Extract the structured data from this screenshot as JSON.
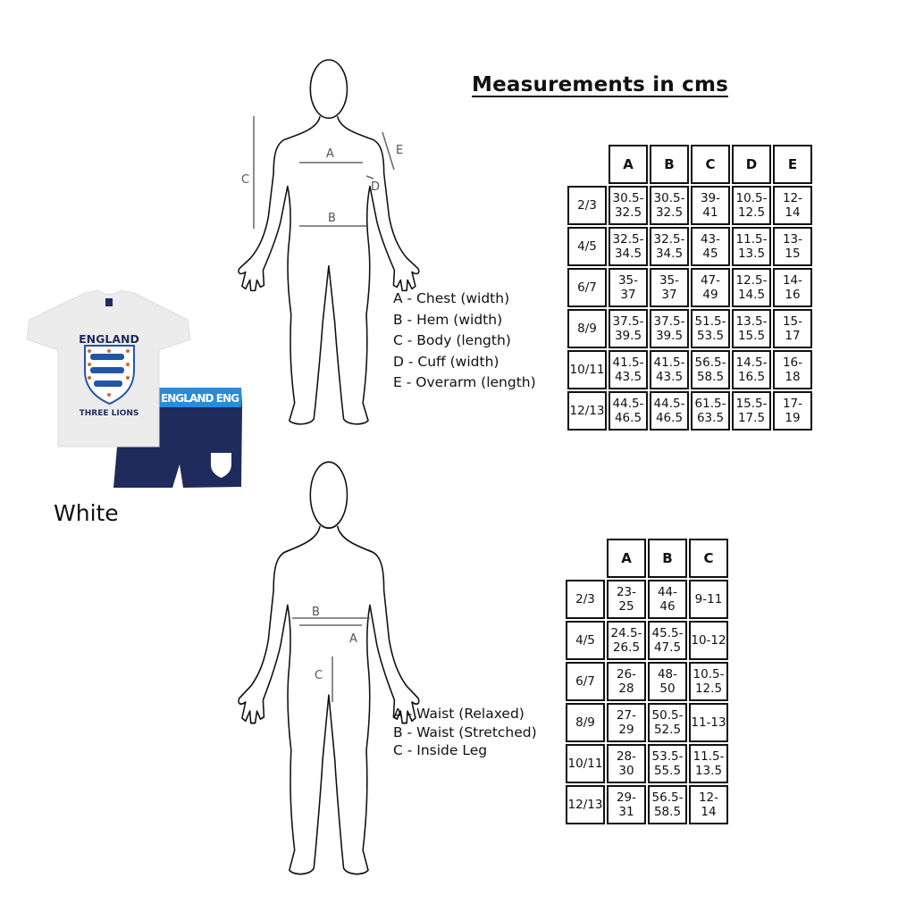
{
  "title": "Measurements in cms",
  "product": {
    "color_label": "White",
    "shirt_text_top": "ENGLAND",
    "shirt_text_bottom": "THREE LIONS",
    "waistband_text": "ENGLAND ENG",
    "colors": {
      "shirt": "#ececec",
      "shorts": "#1f2b5c",
      "waistband": "#2a8bd6",
      "crest_blue": "#2356a8"
    }
  },
  "top_diagram": {
    "labels": {
      "A": "A",
      "B": "B",
      "C": "C",
      "D": "D",
      "E": "E"
    },
    "legend": [
      "A - Chest (width)",
      "B - Hem (width)",
      "C - Body (length)",
      "D - Cuff (width)",
      "E - Overarm (length)"
    ]
  },
  "top_table": {
    "columns": [
      "A",
      "B",
      "C",
      "D",
      "E"
    ],
    "rows": [
      {
        "size": "2/3",
        "values": [
          "30.5-\n32.5",
          "30.5-\n32.5",
          "39-\n41",
          "10.5-\n12.5",
          "12-\n14"
        ]
      },
      {
        "size": "4/5",
        "values": [
          "32.5-\n34.5",
          "32.5-\n34.5",
          "43-\n45",
          "11.5-\n13.5",
          "13-\n15"
        ]
      },
      {
        "size": "6/7",
        "values": [
          "35-\n37",
          "35-\n37",
          "47-\n49",
          "12.5-\n14.5",
          "14-\n16"
        ]
      },
      {
        "size": "8/9",
        "values": [
          "37.5-\n39.5",
          "37.5-\n39.5",
          "51.5-\n53.5",
          "13.5-\n15.5",
          "15-\n17"
        ]
      },
      {
        "size": "10/11",
        "values": [
          "41.5-\n43.5",
          "41.5-\n43.5",
          "56.5-\n58.5",
          "14.5-\n16.5",
          "16-\n18"
        ]
      },
      {
        "size": "12/13",
        "values": [
          "44.5-\n46.5",
          "44.5-\n46.5",
          "61.5-\n63.5",
          "15.5-\n17.5",
          "17-\n19"
        ]
      }
    ]
  },
  "bottom_diagram": {
    "labels": {
      "A": "A",
      "B": "B",
      "C": "C"
    },
    "legend": [
      "A - Waist (Relaxed)",
      "B - Waist (Stretched)",
      "C - Inside Leg"
    ]
  },
  "bottom_table": {
    "columns": [
      "A",
      "B",
      "C"
    ],
    "rows": [
      {
        "size": "2/3",
        "values": [
          "23-\n25",
          "44-\n46",
          "9-11"
        ]
      },
      {
        "size": "4/5",
        "values": [
          "24.5-\n26.5",
          "45.5-\n47.5",
          "10-12"
        ]
      },
      {
        "size": "6/7",
        "values": [
          "26-\n28",
          "48-\n50",
          "10.5-\n12.5"
        ]
      },
      {
        "size": "8/9",
        "values": [
          "27-\n29",
          "50.5-\n52.5",
          "11-13"
        ]
      },
      {
        "size": "10/11",
        "values": [
          "28-\n30",
          "53.5-\n55.5",
          "11.5-\n13.5"
        ]
      },
      {
        "size": "12/13",
        "values": [
          "29-\n31",
          "56.5-\n58.5",
          "12-\n14"
        ]
      }
    ]
  }
}
